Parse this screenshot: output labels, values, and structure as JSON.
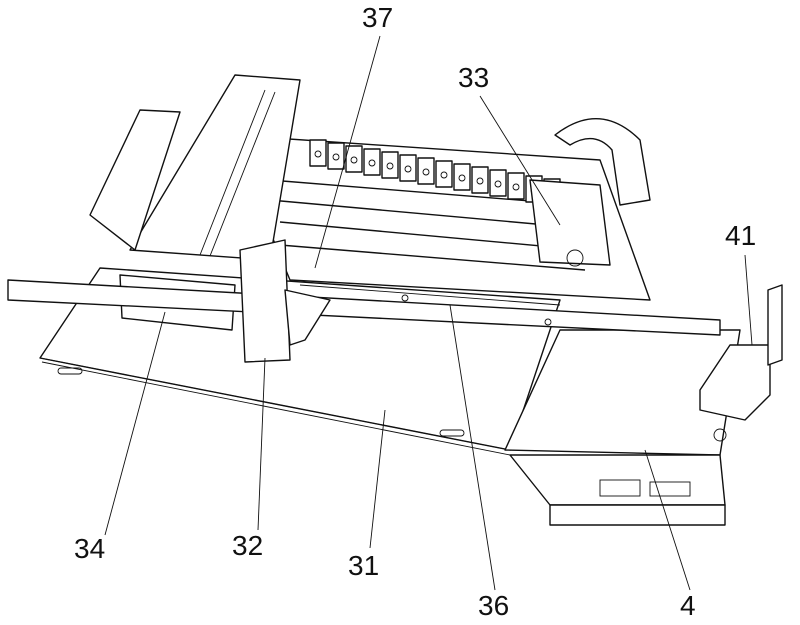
{
  "labels": {
    "l37": "37",
    "l33": "33",
    "l41": "41",
    "l34": "34",
    "l32": "32",
    "l31": "31",
    "l36": "36",
    "l4": "4"
  }
}
